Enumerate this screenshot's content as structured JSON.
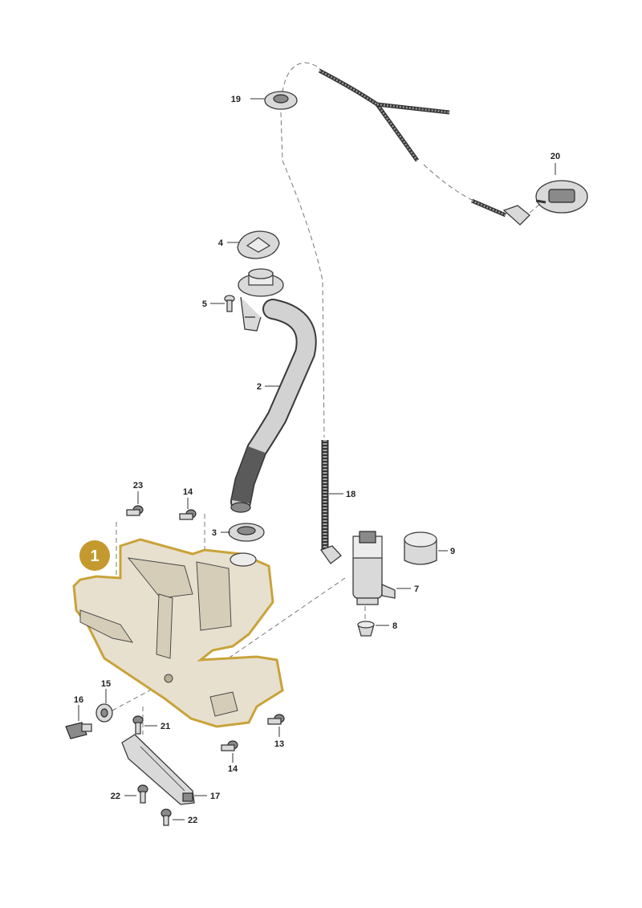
{
  "callouts": {
    "c1": "1",
    "c2": "2",
    "c3": "3",
    "c4": "4",
    "c5": "5",
    "c7": "7",
    "c8": "8",
    "c9": "9",
    "c13": "13",
    "c14a": "14",
    "c14b": "14",
    "c15": "15",
    "c16": "16",
    "c17": "17",
    "c18": "18",
    "c19": "19",
    "c20": "20",
    "c21": "21",
    "c22a": "22",
    "c22b": "22",
    "c23": "23"
  },
  "colors": {
    "highlight": "#c9a33a",
    "badge": "#c49a2e",
    "part": "#d9d9d9"
  }
}
